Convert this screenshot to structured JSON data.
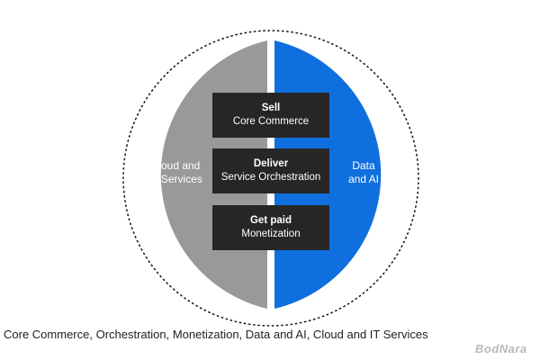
{
  "diagram": {
    "left_half": {
      "label": "Cloud and\nIT Services",
      "color": "#999999"
    },
    "right_half": {
      "label": "Data\nand AI",
      "color": "#0f6fde"
    },
    "ring_style": "dotted",
    "blocks": [
      {
        "title": "Sell",
        "subtitle": "Core Commerce"
      },
      {
        "title": "Deliver",
        "subtitle": "Service Orchestration"
      },
      {
        "title": "Get paid",
        "subtitle": "Monetization"
      }
    ],
    "block_color": "#262626"
  },
  "caption": "Core Commerce, Orchestration, Monetization, Data and AI, Cloud and IT Services",
  "watermark": "BodNara"
}
